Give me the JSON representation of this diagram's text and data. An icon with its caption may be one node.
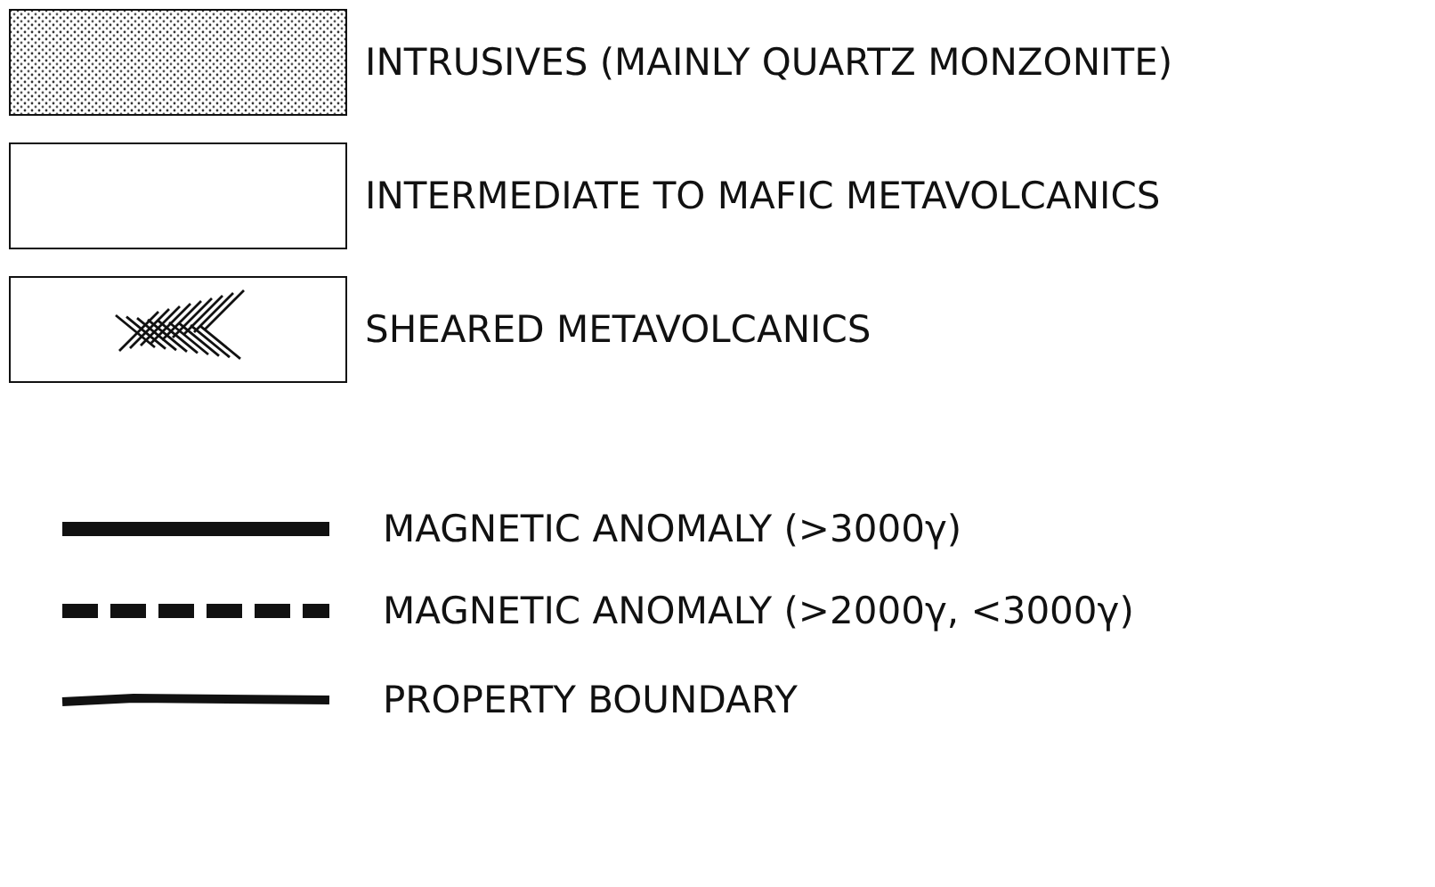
{
  "diagram": {
    "legend": [
      {
        "text": "INTRUSIVES (MAINLY QUARTZ MONZONITE)"
      },
      {
        "text": "INTERMEDIATE TO MAFIC METAVOLCANICS"
      },
      {
        "text": "SHEARED METAVOLCANICS"
      },
      {
        "text": "MAGNETIC ANOMALY (>3000γ)"
      },
      {
        "text": "MAGNETIC ANOMALY (>2000γ, <3000γ)"
      },
      {
        "text": "PROPERTY BOUNDARY"
      }
    ]
  }
}
